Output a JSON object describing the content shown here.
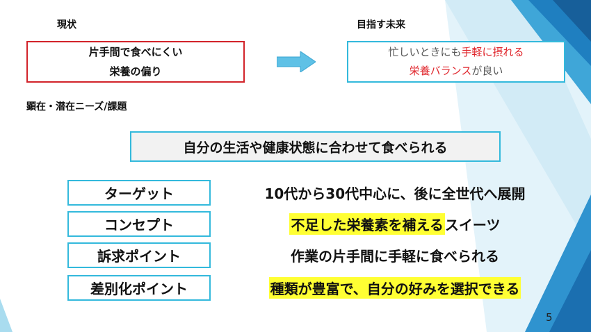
{
  "header": {
    "current_label": "現状",
    "future_label": "目指す未来",
    "needs_label": "顕在・潜在ニーズ/課題"
  },
  "current_box": {
    "line1": "片手間で食べにくい",
    "line2": "栄養の偏り"
  },
  "future_box": {
    "line1_a": "忙しいときにも",
    "line1_b": "手軽に摂れる",
    "line2_a": "栄養バランス",
    "line2_b": "が良い"
  },
  "subtitle": "自分の生活や健康状態に合わせて食べられる",
  "rows": [
    {
      "label": "ターゲット",
      "value": "10代から30代中心に、後に全世代へ展開"
    },
    {
      "label": "コンセプト",
      "value_highlight": "不足した栄養素を補える",
      "value_rest": "スイーツ"
    },
    {
      "label": "訴求ポイント",
      "value": "作業の片手間に手軽に食べられる"
    },
    {
      "label": "差別化ポイント",
      "value_highlight": "種類が豊富で、自分の好みを選択できる"
    }
  ],
  "page_number": "5",
  "colors": {
    "accent": "#33b9dc",
    "current_border": "#d2232a",
    "future_red_text": "#e0262c",
    "highlight": "#ffff33",
    "arrow": "#5fc1e6"
  }
}
